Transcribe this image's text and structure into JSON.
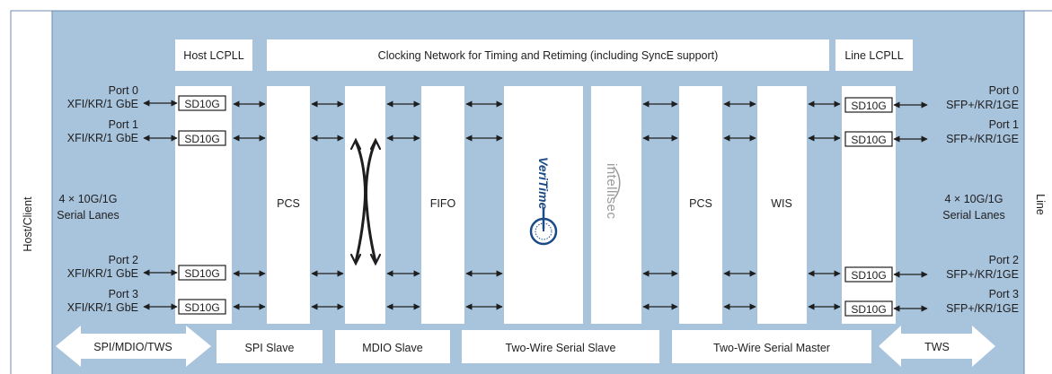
{
  "colors": {
    "panel": "#a8c3dc",
    "block": "#ffffff",
    "border": "#6d8eb0",
    "text": "#1e1e1e",
    "veritime_blue": "#1b4a86",
    "intellisec_gray": "#9a9a9a"
  },
  "side_labels": {
    "left": "Host/Client",
    "right": "Line"
  },
  "top_blocks": {
    "host_lcpll": "Host LCPLL",
    "clocking": "Clocking Network for Timing and Retiming (including SyncE support)",
    "line_lcpll": "Line LCPLL"
  },
  "host_ports": [
    {
      "name": "Port 0",
      "type": "XFI/KR/1 GbE"
    },
    {
      "name": "Port 1",
      "type": "XFI/KR/1 GbE"
    },
    {
      "name": "Port 2",
      "type": "XFI/KR/1 GbE"
    },
    {
      "name": "Port 3",
      "type": "XFI/KR/1 GbE"
    }
  ],
  "line_ports": [
    {
      "name": "Port 0",
      "type": "SFP+/KR/1GE"
    },
    {
      "name": "Port 1",
      "type": "SFP+/KR/1GE"
    },
    {
      "name": "Port 2",
      "type": "SFP+/KR/1GE"
    },
    {
      "name": "Port 3",
      "type": "SFP+/KR/1GE"
    }
  ],
  "lanes": {
    "host_line1": "4 × 10G/1G",
    "host_line2": "Serial Lanes",
    "line_line1": "4 × 10G/1G",
    "line_line2": "Serial Lanes"
  },
  "serdes_label": "SD10G",
  "columns": {
    "pcs_host": "PCS",
    "fifo": "FIFO",
    "veritime": "VeriTime",
    "intellisec": "intellisec",
    "pcs_line": "PCS",
    "wis": "WIS"
  },
  "bottom": {
    "host_iface": "SPI/MDIO/TWS",
    "spi_slave": "SPI Slave",
    "mdio_slave": "MDIO Slave",
    "twsi_slave": "Two-Wire Serial Slave",
    "twsi_master": "Two-Wire Serial Master",
    "line_iface": "TWS"
  }
}
